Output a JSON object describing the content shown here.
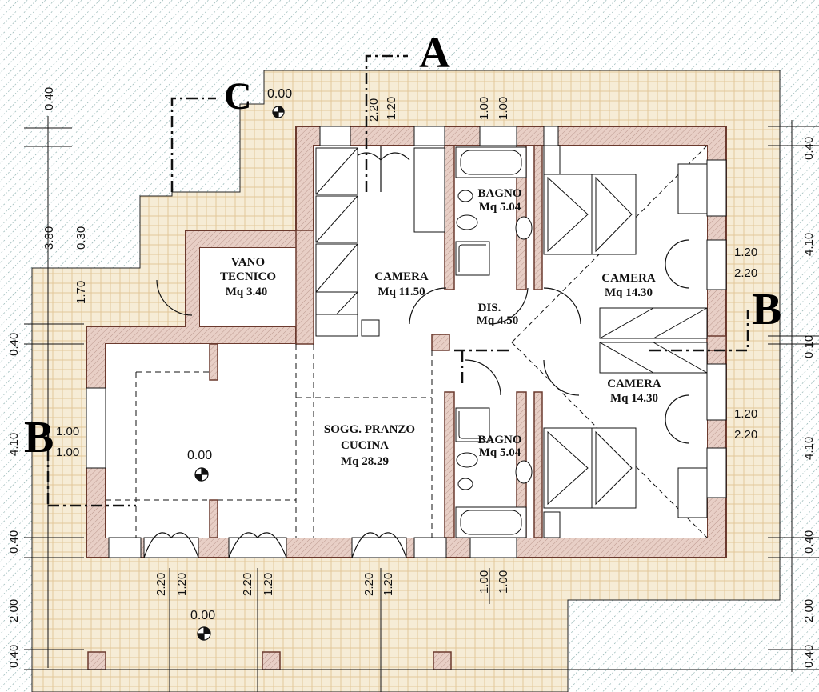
{
  "colors": {
    "outer_hatch": "#7fa7a5",
    "terrace_fill": "#f6ecd6",
    "terrace_pattern": "#e2c79a",
    "wall_fill": "#e8cfc6",
    "wall_stroke": "#6b3a2e",
    "line": "#111111"
  },
  "rooms": {
    "vano_tecnico": {
      "name1": "VANO",
      "name2": "TECNICO",
      "area": "Mq  3.40"
    },
    "camera_1": {
      "name": "CAMERA",
      "area": "Mq  11.50"
    },
    "bagno_1": {
      "name": "BAGNO",
      "area": "Mq  5.04"
    },
    "camera_2": {
      "name": "CAMERA",
      "area": "Mq  14.30"
    },
    "dis": {
      "name": "DIS.",
      "area": "Mq  4.50"
    },
    "camera_3": {
      "name": "CAMERA",
      "area": "Mq  14.30"
    },
    "soggiorno": {
      "name1": "SOGG. PRANZO",
      "name2": "CUCINA",
      "area": "Mq  28.29"
    },
    "bagno_2": {
      "name": "BAGNO",
      "area": "Mq  5.04"
    }
  },
  "levels": {
    "top": "0.00",
    "living": "0.00",
    "bottom": "0.00"
  },
  "sections": {
    "a_top": "A",
    "c_top": "C",
    "b_left": "B",
    "b_right": "B"
  },
  "dimensions": {
    "left": [
      "0.40",
      "3.80",
      "0.30",
      "1.70",
      "0.40",
      "4.10",
      "0.40",
      "2.00",
      "0.40"
    ],
    "right": [
      "0.40",
      "4.10",
      "0.10",
      "4.10",
      "0.40",
      "2.00",
      "0.40"
    ],
    "top": [
      "2.20",
      "1.20",
      "1.00",
      "1.00"
    ],
    "bottom": [
      "2.20",
      "1.20",
      "2.20",
      "1.20",
      "2.20",
      "1.20",
      "1.00",
      "1.00"
    ],
    "window_right_1": [
      "1.20",
      "2.20"
    ],
    "window_right_2": [
      "1.20",
      "2.20"
    ],
    "window_left": [
      "1.00",
      "1.00"
    ]
  }
}
